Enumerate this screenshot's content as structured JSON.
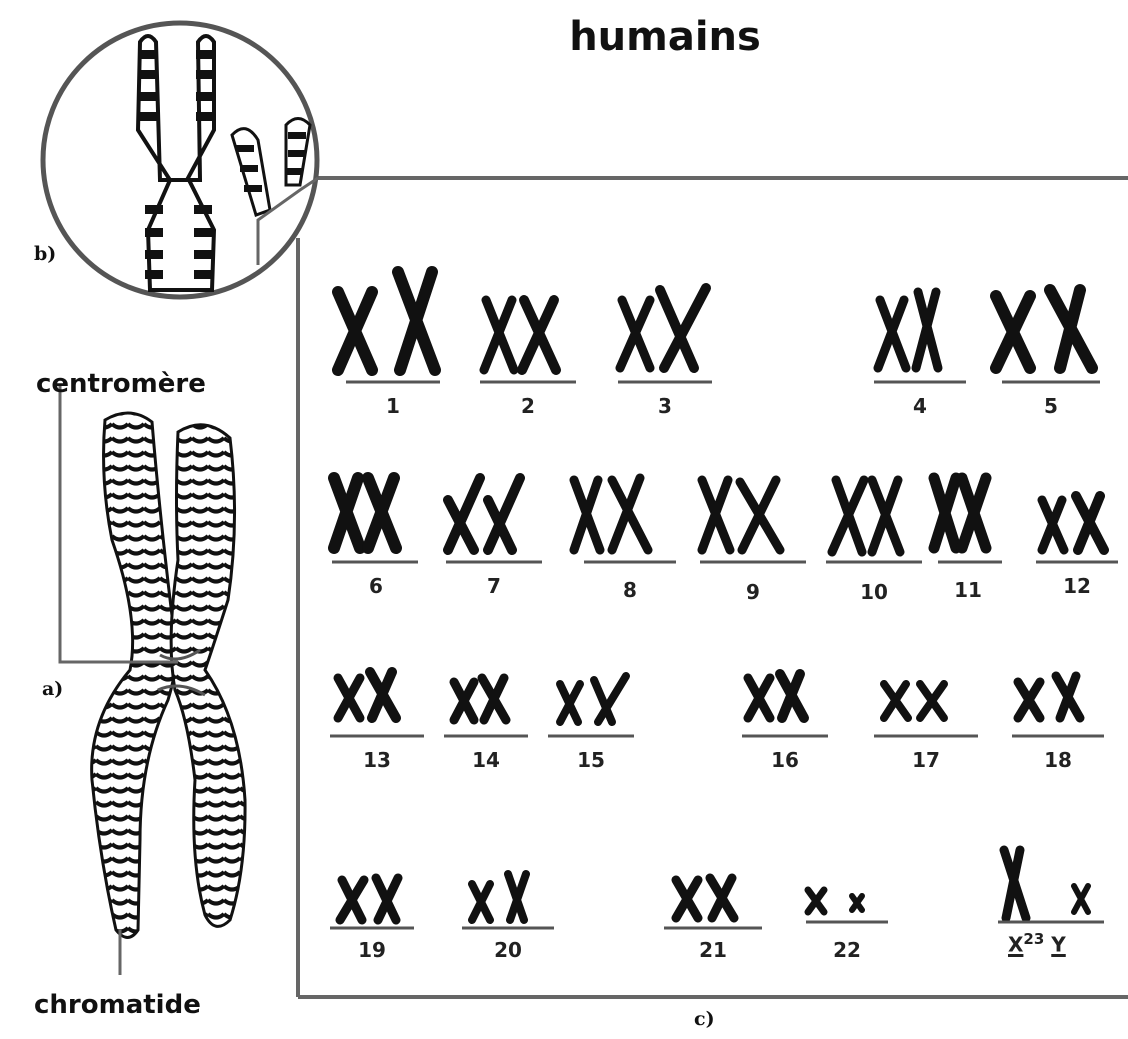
{
  "title": "humains",
  "labels": {
    "b": "b)",
    "a": "a)",
    "c": "c)",
    "centromere": "centromère",
    "chromatide": "chromatide"
  },
  "karyotype": {
    "rows": [
      [
        "1",
        "2",
        "3",
        "4",
        "5"
      ],
      [
        "6",
        "7",
        "8",
        "9",
        "10",
        "11",
        "12"
      ],
      [
        "13",
        "14",
        "15",
        "16",
        "17",
        "18"
      ],
      [
        "19",
        "20",
        "21",
        "22"
      ]
    ],
    "sex_pair": {
      "x": "X",
      "sup": "23",
      "y": "Y"
    }
  }
}
